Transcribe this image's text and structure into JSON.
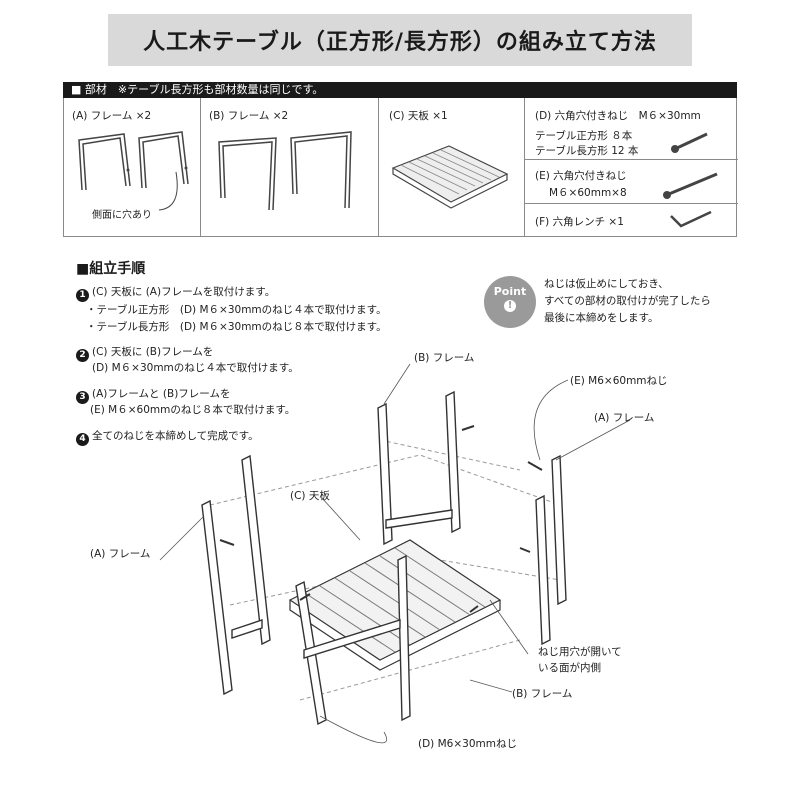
{
  "title": "人工木テーブル（正方形/長方形）の組み立て方法",
  "parts": {
    "header": "■ 部材　※テーブル長方形も部材数量は同じです。",
    "a": "(A) フレーム ×2",
    "a_note": "側面に穴あり",
    "b": "(B) フレーム ×2",
    "c": "(C) 天板 ×1",
    "d": "(D) 六角穴付きねじ　M６×30mm",
    "d_sq": "テーブル正方形 ８本",
    "d_rect": "テーブル長方形 12 本",
    "e1": "(E) 六角穴付きねじ",
    "e2": "M６×60mm×8",
    "f": "(F) 六角レンチ ×1"
  },
  "procedure": {
    "heading": "■組立手順",
    "s1": "(C) 天板に (A)フレームを取付けます。",
    "s1a": "・テーブル正方形　(D) M６×30mmのねじ４本で取付けます。",
    "s1b": "・テーブル長方形　(D) M６×30mmのねじ８本で取付けます。",
    "s2": "(C) 天板に (B)フレームを",
    "s2b": "(D) M６×30mmのねじ４本で取付けます。",
    "s3": "(A)フレームと (B)フレームを",
    "s3b": "(E) M６×60mmのねじ８本で取付けます。",
    "s4": "全てのねじを本締めして完成です。"
  },
  "point": {
    "badge": "Point",
    "mark": "!",
    "l1": "ねじは仮止めにしておき、",
    "l2": "すべての部材の取付けが完了したら",
    "l3": "最後に本締めをします。"
  },
  "callouts": {
    "b_top": "(B) フレーム",
    "e_screw": "(E) M6×60mmねじ",
    "a_right": "(A) フレーム",
    "c_top": "(C) 天板",
    "a_left": "(A) フレーム",
    "hole1": "ねじ用穴が開いて",
    "hole2": "いる面が内側",
    "b_bottom": "(B) フレーム",
    "d_screw": "(D) M6×30mmねじ"
  }
}
